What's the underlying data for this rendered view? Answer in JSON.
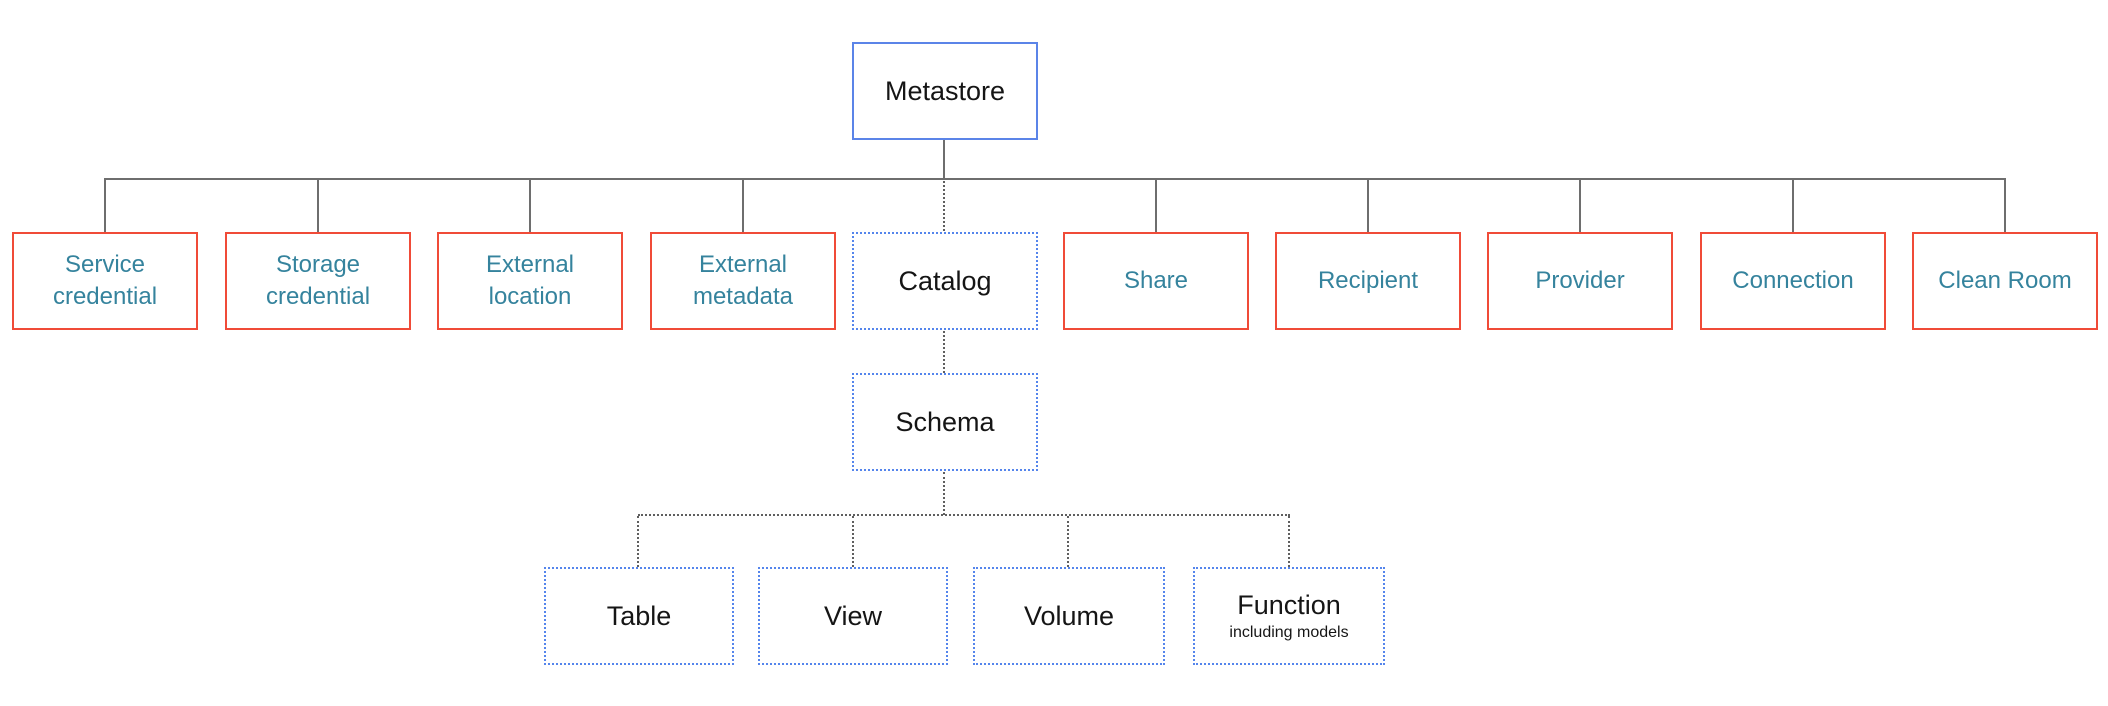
{
  "nodes": {
    "metastore": {
      "label": "Metastore"
    },
    "row2": [
      {
        "label": "Service credential"
      },
      {
        "label": "Storage credential"
      },
      {
        "label": "External location"
      },
      {
        "label": "External metadata"
      },
      {
        "label": "Catalog"
      },
      {
        "label": "Share"
      },
      {
        "label": "Recipient"
      },
      {
        "label": "Provider"
      },
      {
        "label": "Connection"
      },
      {
        "label": "Clean Room"
      }
    ],
    "schema": {
      "label": "Schema"
    },
    "leaves": [
      {
        "label": "Table"
      },
      {
        "label": "View"
      },
      {
        "label": "Volume"
      },
      {
        "label": "Function",
        "sublabel": "including models"
      }
    ]
  },
  "colors": {
    "solid_blue": "#5b84e8",
    "dotted_blue": "#5585ec",
    "red": "#f04b38",
    "teal": "#35839d",
    "ink": "#151515",
    "line_gray": "#6e6e6e",
    "dot_gray": "#5f5f5f",
    "background": "#ffffff"
  }
}
